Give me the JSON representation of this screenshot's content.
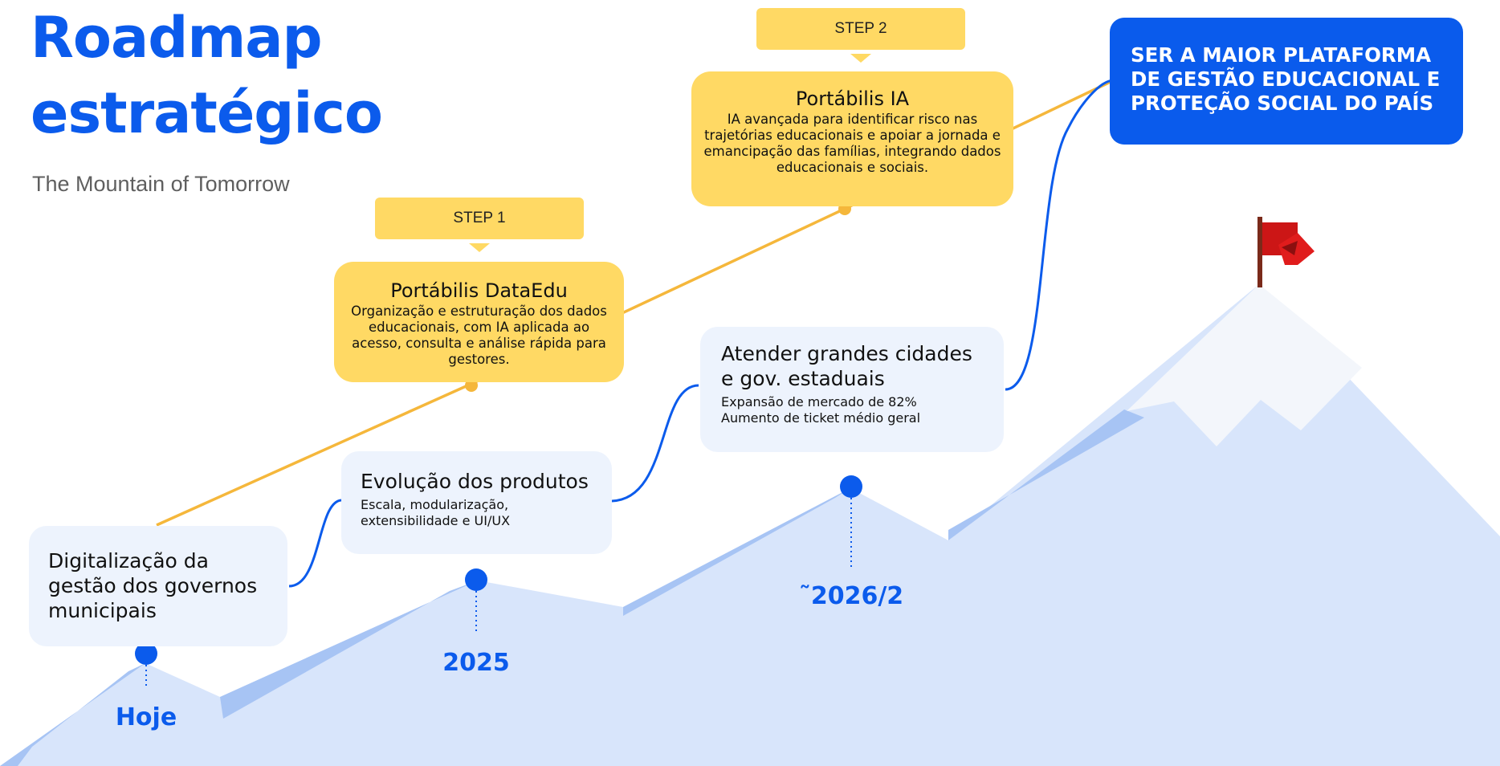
{
  "title": {
    "line1": "Roadmap",
    "line2": "estratégico"
  },
  "subtitle": "The Mountain of Tomorrow",
  "colors": {
    "brand_blue": "#0b5bec",
    "card_bg": "#edf3fd",
    "yellow": "#ffd964",
    "orange_line": "#f5b73b",
    "mountain_light": "#d8e5fb",
    "mountain_dark": "#a7c4f4",
    "flag_red": "#cc1616"
  },
  "milestones": [
    {
      "title": "Digitalização da gestão dos governos municipais",
      "description": "",
      "year": "Hoje"
    },
    {
      "title": "Evolução dos produtos",
      "description": "Escala, modularização, extensibilidade e UI/UX",
      "year": "2025"
    },
    {
      "title": "Atender grandes cidades e gov. estaduais",
      "description": "Expansão de mercado de 82%\nAumento de ticket médio geral",
      "year": "˜2026/2"
    }
  ],
  "steps": [
    {
      "label": "STEP 1",
      "title": "Portábilis DataEdu",
      "description": "Organização e estruturação dos dados educacionais, com IA aplicada ao acesso, consulta e análise rápida para gestores."
    },
    {
      "label": "STEP 2",
      "title": "Portábilis IA",
      "description": "IA avançada para identificar risco nas trajetórias educacionais e apoiar a jornada e emancipação das famílias, integrando dados educacionais e sociais."
    }
  ],
  "goal": "SER A MAIOR PLATAFORMA DE GESTÃO EDUCACIONAL E PROTEÇÃO SOCIAL DO PAÍS",
  "icons": {
    "summit": "flag-icon",
    "milestone": "milestone-dot-icon"
  }
}
